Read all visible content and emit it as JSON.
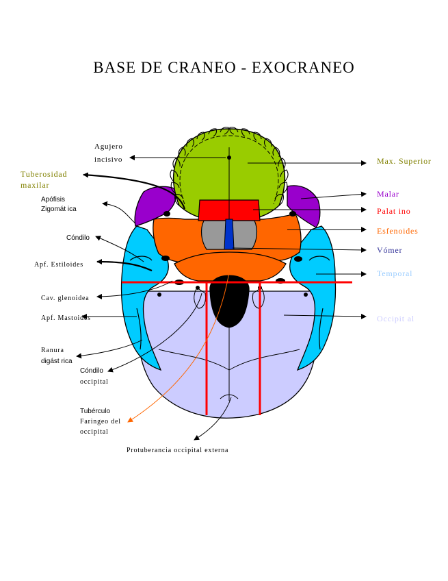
{
  "title": "BASE DE CRANEO - EXOCRANEO",
  "labels_right": {
    "max_superior": "Max. Superior",
    "malar": "Malar",
    "palatino": "Palat ino",
    "esfenoides": "Esfenoides",
    "vomer": "Vómer",
    "temporal": "Temporal",
    "occipital": "Occipit al"
  },
  "labels_left": {
    "agujero_1": "Agujero",
    "agujero_2": "incisivo",
    "tuberosidad_1": "Tuberosidad",
    "tuberosidad_2": "maxilar",
    "apofisis_1": "Apófisis",
    "apofisis_2": "Zigomát ica",
    "condilo": "Cóndilo",
    "estiloides": "Apf. Estiloides",
    "glenoidea": "Cav. glenoidea",
    "mastoides": "Apf. Mastoides",
    "ranura_1": "Ranura",
    "ranura_2": "digást rica",
    "condilo_occ_1": "Cóndilo",
    "condilo_occ_2": "occipital",
    "tuberculo_1": "Tubérculo",
    "tuberculo_2": "Faringeo del",
    "tuberculo_3": "occipital",
    "protuberancia": "Protuberancia occipital externa"
  },
  "colors": {
    "max_superior": "#99cc00",
    "malar": "#9900cc",
    "palatino": "#ff0000",
    "esfenoides": "#ff6600",
    "vomer": "#333399",
    "temporal": "#00ccff",
    "occipital": "#ccccff",
    "tuberosidad_label": "#808000",
    "guide_lines": "#ff0000",
    "tuberculo_arrow": "#ff6600"
  }
}
